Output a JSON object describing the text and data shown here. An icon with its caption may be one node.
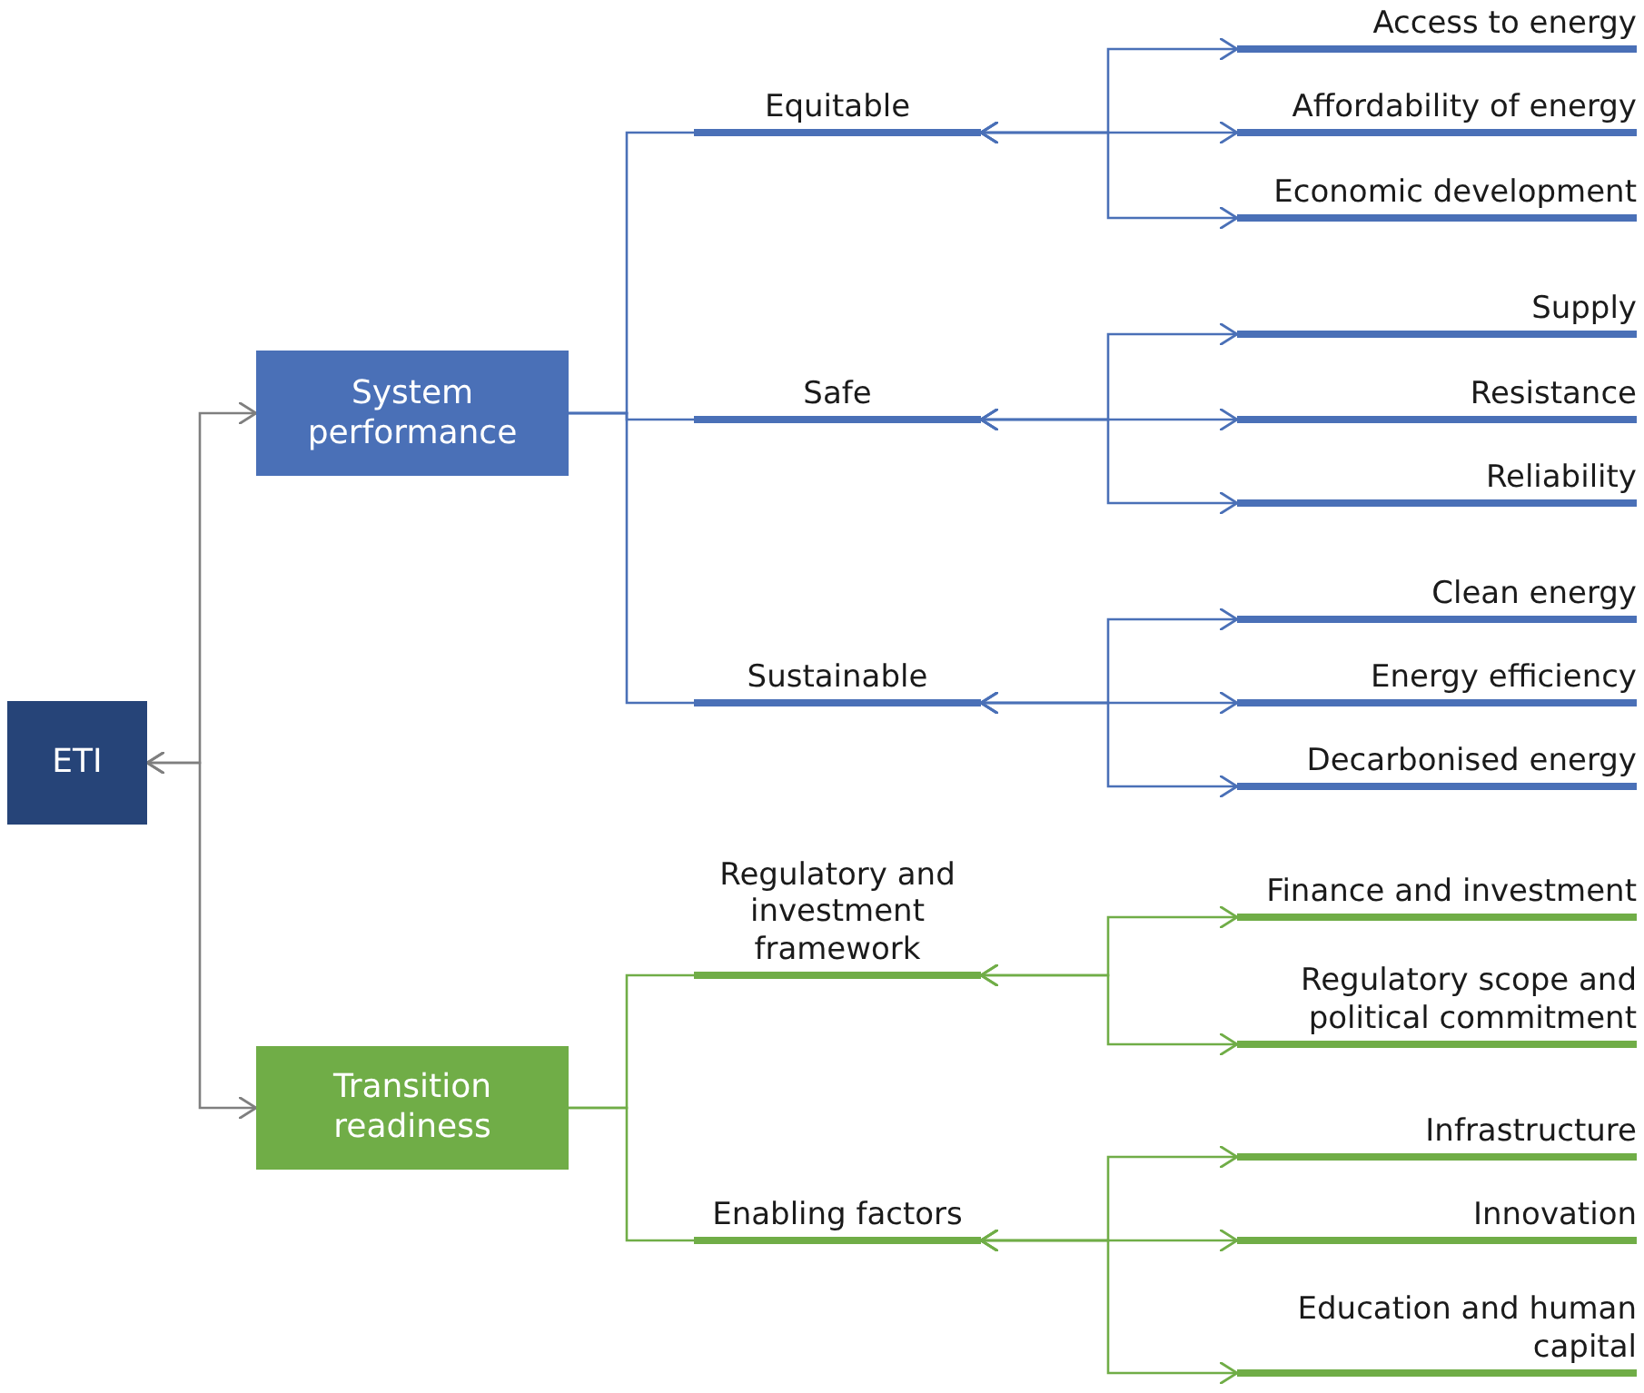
{
  "diagram": {
    "nodes": [
      {
        "text": [
          "ETI"
        ]
      },
      {
        "text": [
          "System performance"
        ]
      },
      {
        "text": [
          "Transition readiness"
        ]
      },
      {
        "text": [
          "Equitable"
        ]
      },
      {
        "text": [
          "Safe"
        ]
      },
      {
        "text": [
          "Sustainable"
        ]
      },
      {
        "text": [
          "Regulatory and investment framework"
        ]
      },
      {
        "text": [
          "Enabling factors"
        ]
      },
      {
        "text": [
          "Access to energy"
        ]
      },
      {
        "text": [
          "Affordability of energy"
        ]
      },
      {
        "text": [
          "Economic development"
        ]
      },
      {
        "text": [
          "Supply"
        ]
      },
      {
        "text": [
          "Resistance"
        ]
      },
      {
        "text": [
          "Reliability"
        ]
      },
      {
        "text": [
          "Clean energy"
        ]
      },
      {
        "text": [
          "Energy efficiency"
        ]
      },
      {
        "text": [
          "Decarbonised energy"
        ]
      },
      {
        "text": [
          "Finance and investment"
        ]
      },
      {
        "text": [
          "Regulatory scope and political commitment"
        ]
      },
      {
        "text": [
          "Infrastructure"
        ]
      },
      {
        "text": [
          "Innovation"
        ]
      },
      {
        "text": [
          "Education and human capital"
        ]
      }
    ],
    "edges": [
      {
        "from": 0,
        "to": 1,
        "arrow": "both",
        "color": "#7f7f7f"
      },
      {
        "from": 0,
        "to": 2,
        "arrow": "both",
        "color": "#7f7f7f"
      },
      {
        "from": 1,
        "to": 3,
        "arrow": "none"
      },
      {
        "from": 1,
        "to": 4,
        "arrow": "none"
      },
      {
        "from": 1,
        "to": 5,
        "arrow": "none"
      },
      {
        "from": 2,
        "to": 6,
        "arrow": "none",
        "color": "#70ad47"
      },
      {
        "from": 2,
        "to": 7,
        "arrow": "none",
        "color": "#70ad47"
      },
      {
        "from": 3,
        "to": 8,
        "arrow": "both"
      },
      {
        "from": 3,
        "to": 9,
        "arrow": "both"
      },
      {
        "from": 3,
        "to": 10,
        "arrow": "both"
      },
      {
        "from": 4,
        "to": 11,
        "arrow": "both"
      },
      {
        "from": 4,
        "to": 12,
        "arrow": "both"
      },
      {
        "from": 4,
        "to": 13,
        "arrow": "both"
      },
      {
        "from": 5,
        "to": 14,
        "arrow": "both"
      },
      {
        "from": 5,
        "to": 15,
        "arrow": "both"
      },
      {
        "from": 5,
        "to": 16,
        "arrow": "both"
      },
      {
        "from": 6,
        "to": 17,
        "arrow": "both",
        "color": "#70ad47"
      },
      {
        "from": 6,
        "to": 18,
        "arrow": "both",
        "color": "#70ad47"
      },
      {
        "from": 7,
        "to": 19,
        "arrow": "both",
        "color": "#70ad47"
      },
      {
        "from": 7,
        "to": 20,
        "arrow": "both",
        "color": "#70ad47"
      },
      {
        "from": 7,
        "to": 21,
        "arrow": "both",
        "color": "#70ad47"
      }
    ]
  }
}
